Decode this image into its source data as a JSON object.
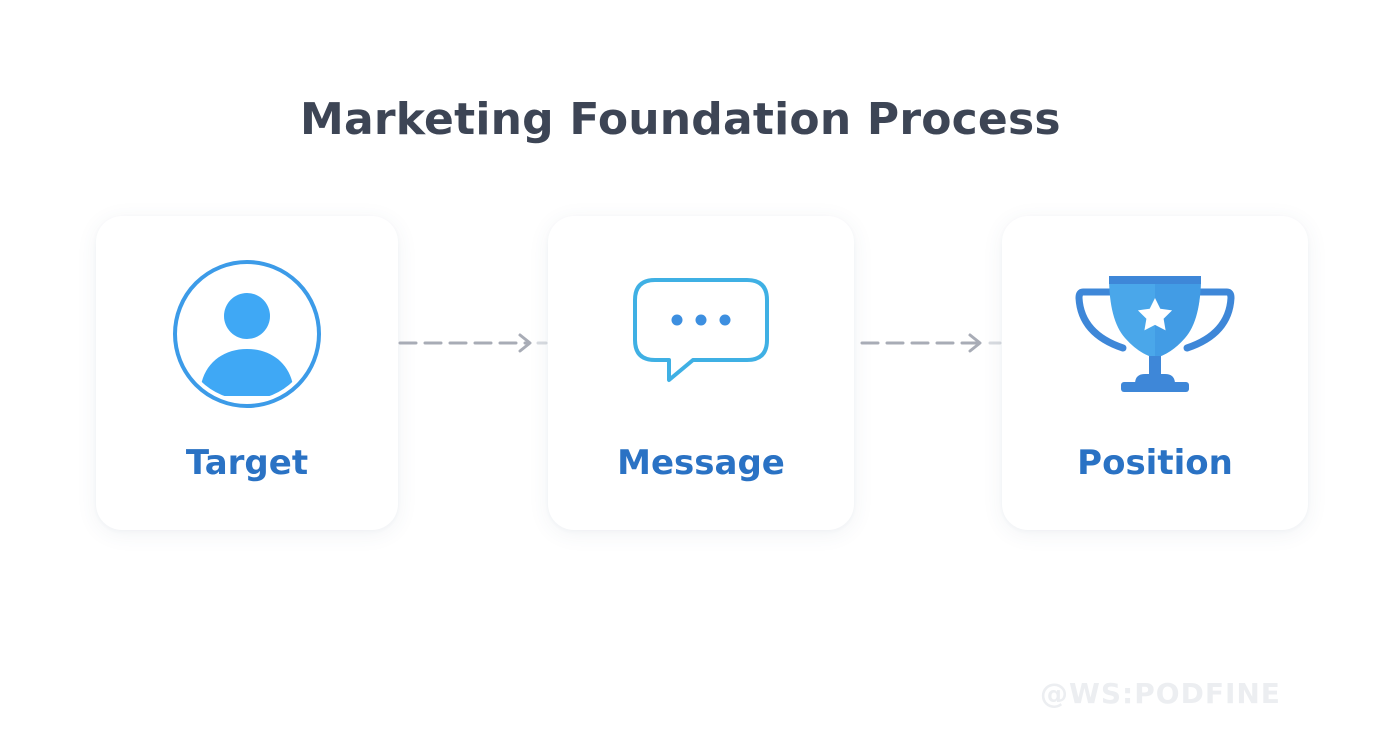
{
  "diagram": {
    "title": "Marketing Foundation Process",
    "steps": [
      {
        "label": "Target",
        "icon": "user-circle-icon"
      },
      {
        "label": "Message",
        "icon": "chat-bubble-icon"
      },
      {
        "label": "Position",
        "icon": "trophy-star-icon"
      }
    ],
    "connector_icon": "dashed-arrow-right-icon",
    "watermark": "@WS:PODFINE"
  },
  "colors": {
    "title": "#3d4555",
    "label": "#2a72c4",
    "icon_primary": "#3aa2f0",
    "icon_trophy": "#3e87d8",
    "connector": "#a8acb6",
    "watermark": "#eceef1",
    "background": "#ffffff"
  }
}
